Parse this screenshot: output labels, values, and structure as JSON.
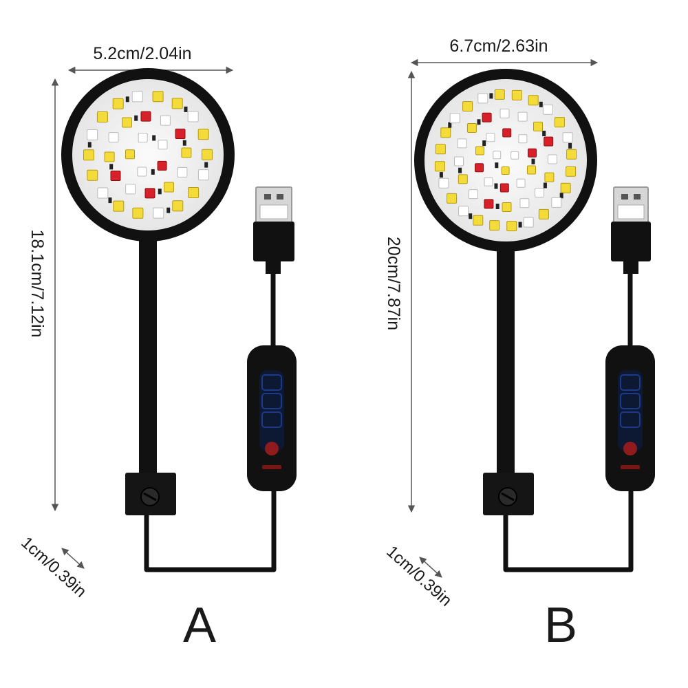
{
  "colors": {
    "background": "#ffffff",
    "lamp_body": "#111111",
    "board": "#f4f4f4",
    "led_yellow": "#f3dc3a",
    "led_white": "#ffffff",
    "led_red": "#d8202a",
    "dimension_line": "#555555",
    "text": "#1a1a1a",
    "switch_accent": "#1d3a8a",
    "switch_button": "#a81c1c"
  },
  "product_a": {
    "variant_label": "A",
    "head_width": "5.2cm/2.04in",
    "total_height": "18.1cm/7.12in",
    "clip_size": "1cm/0.39in"
  },
  "product_b": {
    "variant_label": "B",
    "head_width": "6.7cm/2.63in",
    "total_height": "20cm/7.87in",
    "clip_size": "1cm/0.39in"
  },
  "icons": [
    "usb-plug-icon",
    "inline-switch-icon",
    "clip-screw-icon",
    "led-chip-icon"
  ]
}
